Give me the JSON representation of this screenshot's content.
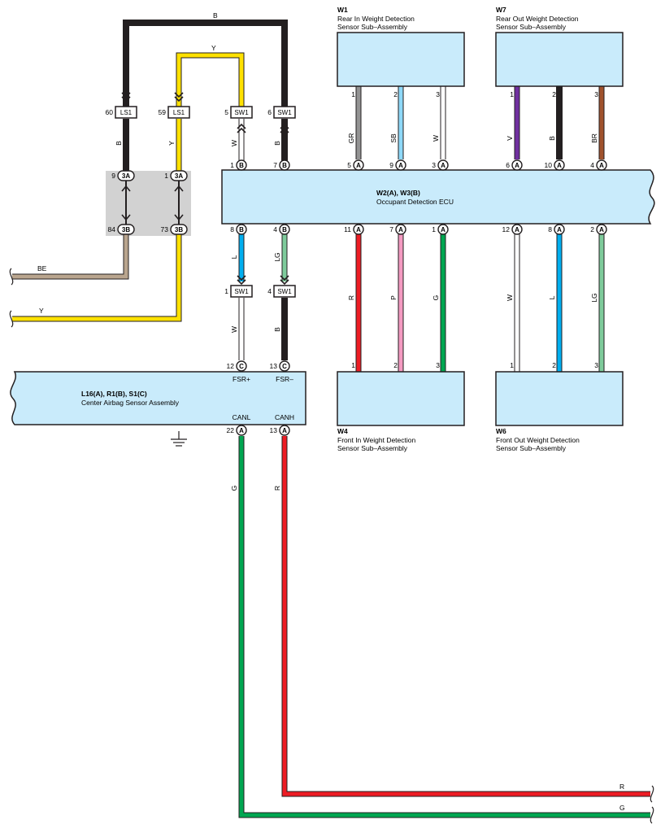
{
  "colors": {
    "black": "#231f20",
    "yellow": "#ffe100",
    "beige": "#b9a58e",
    "white": "#ffffff",
    "gray": "#939393",
    "sky_blue": "#8ed8f8",
    "violet": "#7030a0",
    "brown": "#a0522d",
    "red": "#ed1c24",
    "pink": "#f49ac1",
    "green": "#00a651",
    "blue": "#00aeef",
    "light_green": "#7ecb9b",
    "box_fill": "#c9ebfb",
    "junction_fill": "#d2d2d2"
  },
  "components": {
    "w1": {
      "id": "W1",
      "name1": "Rear In Weight Detection",
      "name2": "Sensor Sub–Assembly"
    },
    "w7": {
      "id": "W7",
      "name1": "Rear Out Weight Detection",
      "name2": "Sensor Sub–Assembly"
    },
    "w4": {
      "id": "W4",
      "name1": "Front In Weight Detection",
      "name2": "Sensor Sub–Assembly"
    },
    "w6": {
      "id": "W6",
      "name1": "Front Out Weight Detection",
      "name2": "Sensor Sub–Assembly"
    },
    "ecu": {
      "id": "W2(A), W3(B)",
      "name": "Occupant Detection ECU"
    },
    "airbag": {
      "id": "L16(A), R1(B), S1(C)",
      "name": "Center Airbag Sensor Assembly"
    }
  },
  "wire_labels": {
    "top_b": "B",
    "top_y": "Y",
    "ls1_left": "B",
    "ls1_right": "Y",
    "sw1_top_left": "W",
    "sw1_top_right": "B",
    "w1_1": "GR",
    "w1_2": "SB",
    "w1_3": "W",
    "w7_1": "V",
    "w7_2": "B",
    "w7_3": "BR",
    "ecu_b8": "L",
    "ecu_b4": "LG",
    "w4_1": "R",
    "w4_2": "P",
    "w4_3": "G",
    "w6_1": "W",
    "w6_2": "L",
    "w6_3": "LG",
    "sw1_bot_left": "W",
    "sw1_bot_right": "B",
    "be": "BE",
    "y_left": "Y",
    "canl": "G",
    "canh": "R",
    "bus_r": "R",
    "bus_g": "G"
  },
  "connectors": {
    "ls1": "LS1",
    "sw1": "SW1",
    "c3a": "3A",
    "c3b": "3B",
    "a": "A",
    "b": "B",
    "c": "C"
  },
  "pins": {
    "ls1_left": "60",
    "ls1_right": "59",
    "sw1_top_left": "5",
    "sw1_top_right": "6",
    "ecu_b1": "1",
    "ecu_b7": "7",
    "ecu_a5": "5",
    "ecu_a9": "9",
    "ecu_a3": "3",
    "ecu_a6": "6",
    "ecu_a10": "10",
    "ecu_a4": "4",
    "ecu_b8": "8",
    "ecu_b4": "4",
    "ecu_a11": "11",
    "ecu_a7": "7",
    "ecu_a1": "1",
    "ecu_a12": "12",
    "ecu_a8": "8",
    "ecu_a2": "2",
    "j9": "9",
    "j1": "1",
    "j84": "84",
    "j73": "73",
    "sw1_bot_left": "1",
    "sw1_bot_right": "4",
    "c12": "12",
    "c13": "13",
    "a22": "22",
    "a13": "13",
    "s1": "1",
    "s2": "2",
    "s3": "3"
  },
  "signals": {
    "fsr_plus": "FSR+",
    "fsr_minus": "FSR–",
    "canl": "CANL",
    "canh": "CANH"
  }
}
